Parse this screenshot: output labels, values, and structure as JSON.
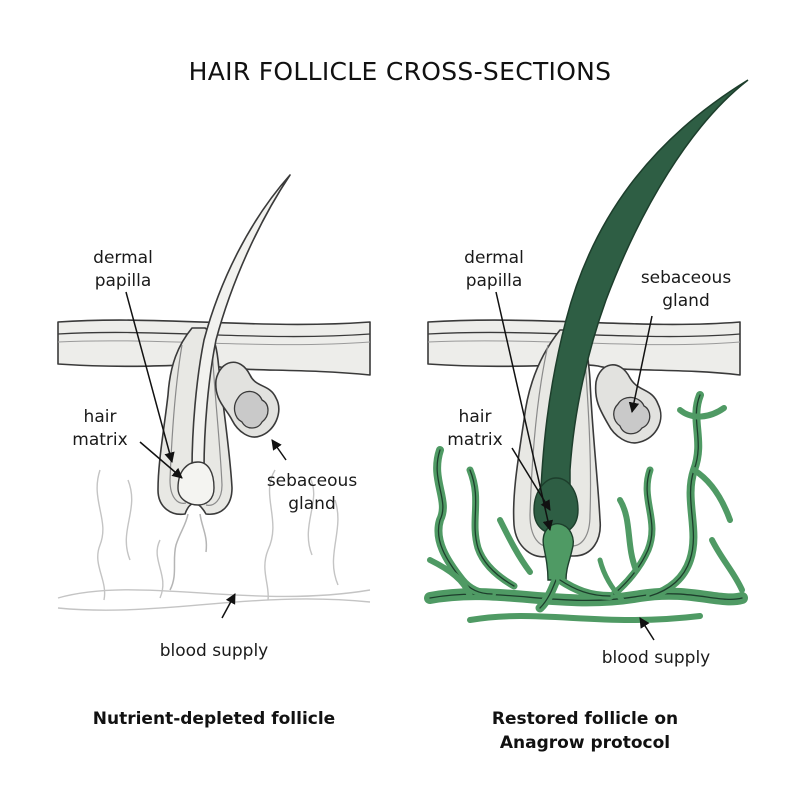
{
  "title": "HAIR FOLLICLE CROSS-SECTIONS",
  "colors": {
    "depleted": "#e6e6e2",
    "depleted_line": "#bdbdbd",
    "restored_hair": "#2e5e44",
    "restored_vessel": "#4f9a64",
    "gland": "#c9c9c9"
  },
  "left": {
    "caption": "Nutrient-depleted follicle",
    "labels": {
      "dermal_papilla_1": "dermal",
      "dermal_papilla_2": "papilla",
      "hair_matrix_1": "hair",
      "hair_matrix_2": "matrix",
      "sebaceous_1": "sebaceous",
      "sebaceous_2": "gland",
      "blood_supply": "blood supply"
    }
  },
  "right": {
    "caption_1": "Restored follicle on",
    "caption_2": "Anagrow protocol",
    "labels": {
      "dermal_papilla_1": "dermal",
      "dermal_papilla_2": "papilla",
      "hair_matrix_1": "hair",
      "hair_matrix_2": "matrix",
      "sebaceous_1": "sebaceous",
      "sebaceous_2": "gland",
      "blood_supply": "blood supply"
    }
  }
}
